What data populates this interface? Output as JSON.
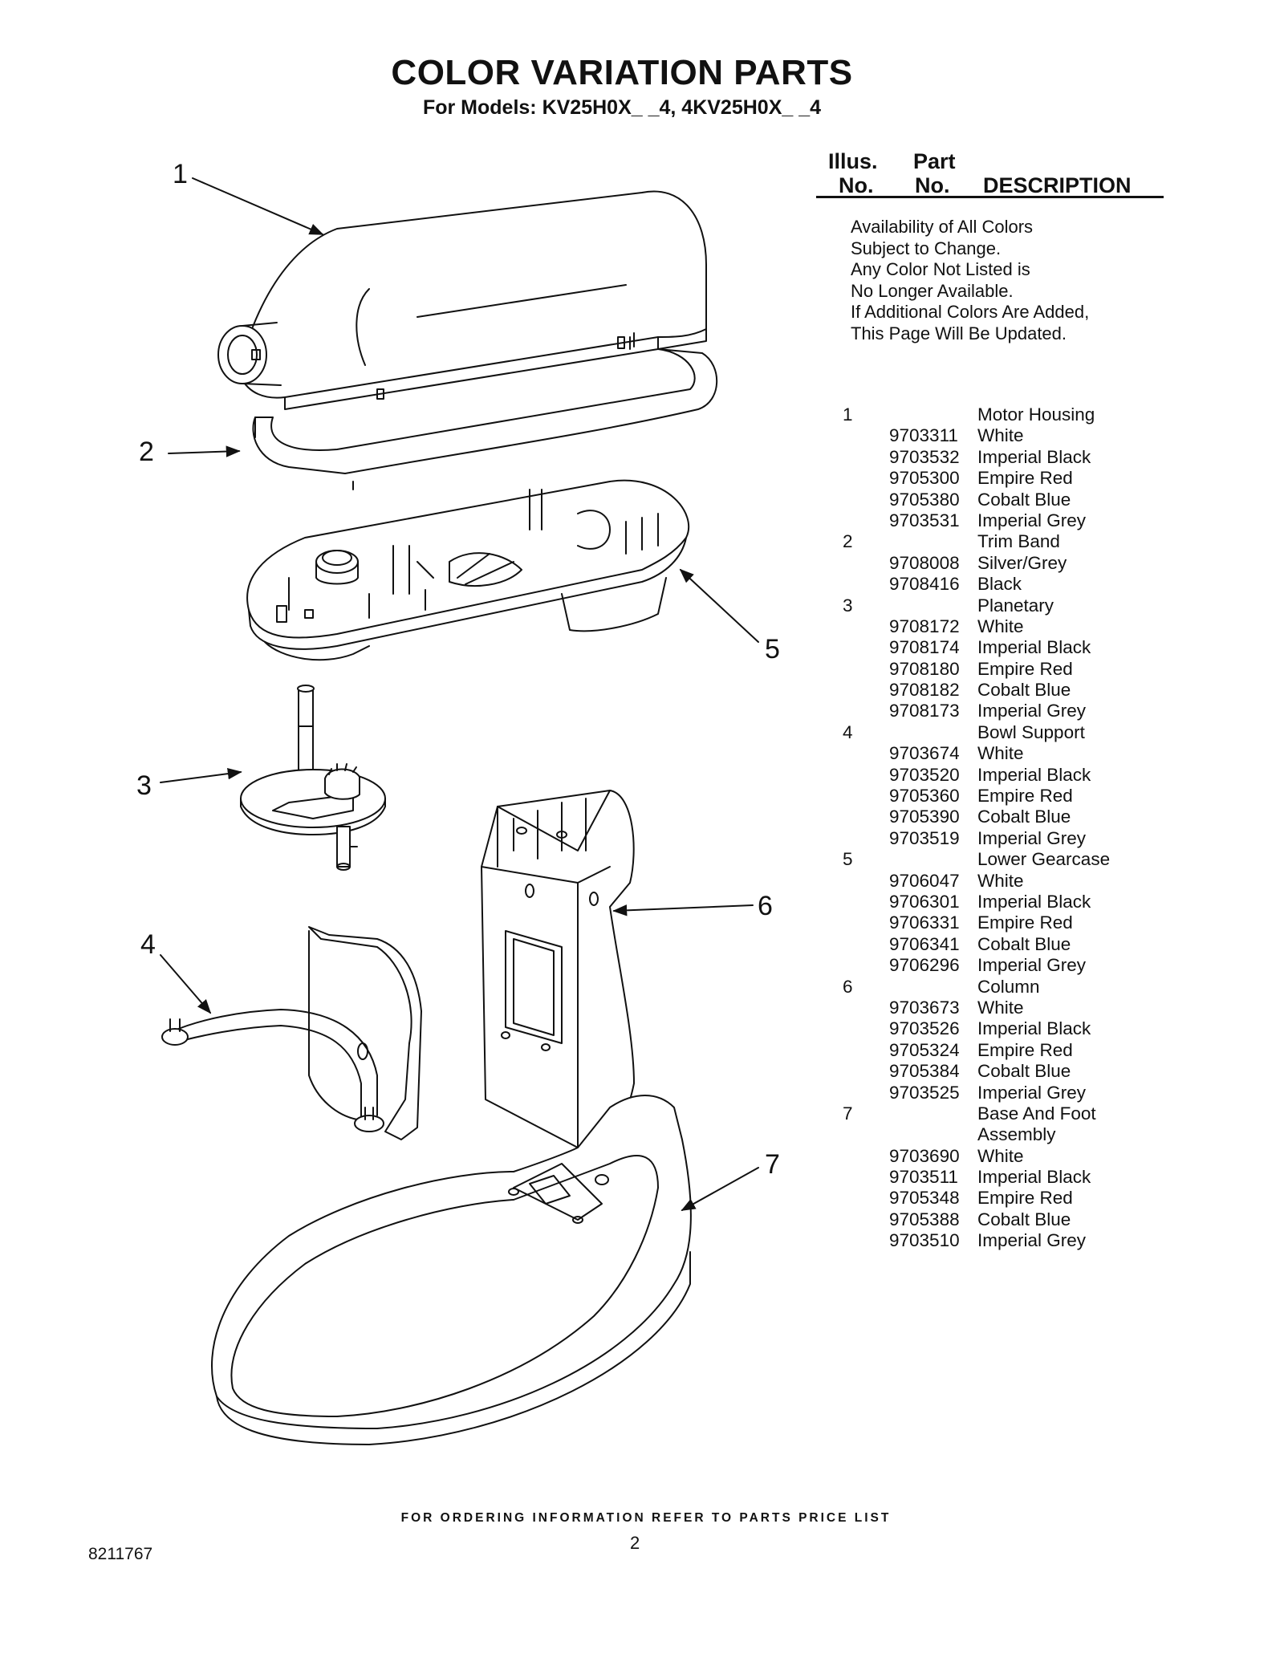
{
  "header": {
    "title": "COLOR VARIATION PARTS",
    "subtitle": "For Models: KV25H0X_ _4, 4KV25H0X_ _4"
  },
  "table_header": {
    "illus_line1": "Illus.",
    "illus_line2": "No.",
    "part_line1": "Part",
    "part_line2": "No.",
    "description": "DESCRIPTION"
  },
  "notice": [
    "Availability of All Colors",
    "Subject to Change.",
    "Any Color Not Listed is",
    "No Longer Available.",
    "If Additional Colors Are Added,",
    "This Page Will Be Updated."
  ],
  "callouts": [
    "1",
    "2",
    "3",
    "4",
    "5",
    "6",
    "7"
  ],
  "parts": [
    {
      "illus": "1",
      "part": "",
      "desc": "Motor Housing"
    },
    {
      "illus": "",
      "part": "9703311",
      "desc": "White"
    },
    {
      "illus": "",
      "part": "9703532",
      "desc": "Imperial Black"
    },
    {
      "illus": "",
      "part": "9705300",
      "desc": "Empire Red"
    },
    {
      "illus": "",
      "part": "9705380",
      "desc": "Cobalt Blue"
    },
    {
      "illus": "",
      "part": "9703531",
      "desc": "Imperial Grey"
    },
    {
      "illus": "2",
      "part": "",
      "desc": "Trim Band"
    },
    {
      "illus": "",
      "part": "9708008",
      "desc": "Silver/Grey"
    },
    {
      "illus": "",
      "part": "9708416",
      "desc": "Black"
    },
    {
      "illus": "3",
      "part": "",
      "desc": "Planetary"
    },
    {
      "illus": "",
      "part": "9708172",
      "desc": "White"
    },
    {
      "illus": "",
      "part": "9708174",
      "desc": "Imperial Black"
    },
    {
      "illus": "",
      "part": "9708180",
      "desc": "Empire Red"
    },
    {
      "illus": "",
      "part": "9708182",
      "desc": "Cobalt Blue"
    },
    {
      "illus": "",
      "part": "9708173",
      "desc": "Imperial Grey"
    },
    {
      "illus": "4",
      "part": "",
      "desc": "Bowl Support"
    },
    {
      "illus": "",
      "part": "9703674",
      "desc": "White"
    },
    {
      "illus": "",
      "part": "9703520",
      "desc": "Imperial Black"
    },
    {
      "illus": "",
      "part": "9705360",
      "desc": "Empire Red"
    },
    {
      "illus": "",
      "part": "9705390",
      "desc": "Cobalt Blue"
    },
    {
      "illus": "",
      "part": "9703519",
      "desc": "Imperial Grey"
    },
    {
      "illus": "5",
      "part": "",
      "desc": "Lower Gearcase"
    },
    {
      "illus": "",
      "part": "9706047",
      "desc": "White"
    },
    {
      "illus": "",
      "part": "9706301",
      "desc": "Imperial Black"
    },
    {
      "illus": "",
      "part": "9706331",
      "desc": "Empire Red"
    },
    {
      "illus": "",
      "part": "9706341",
      "desc": "Cobalt Blue"
    },
    {
      "illus": "",
      "part": "9706296",
      "desc": "Imperial Grey"
    },
    {
      "illus": "6",
      "part": "",
      "desc": "Column"
    },
    {
      "illus": "",
      "part": "9703673",
      "desc": "White"
    },
    {
      "illus": "",
      "part": "9703526",
      "desc": "Imperial Black"
    },
    {
      "illus": "",
      "part": "9705324",
      "desc": "Empire Red"
    },
    {
      "illus": "",
      "part": "9705384",
      "desc": "Cobalt Blue"
    },
    {
      "illus": "",
      "part": "9703525",
      "desc": "Imperial Grey"
    },
    {
      "illus": "7",
      "part": "",
      "desc": "Base And Foot"
    },
    {
      "illus": "",
      "part": "",
      "desc": " Assembly"
    },
    {
      "illus": "",
      "part": "9703690",
      "desc": "White"
    },
    {
      "illus": "",
      "part": "9703511",
      "desc": "Imperial Black"
    },
    {
      "illus": "",
      "part": "9705348",
      "desc": "Empire Red"
    },
    {
      "illus": "",
      "part": "9705388",
      "desc": "Cobalt Blue"
    },
    {
      "illus": "",
      "part": "9703510",
      "desc": "Imperial Grey"
    }
  ],
  "footer": {
    "ordering_note": "FOR ORDERING INFORMATION REFER TO PARTS PRICE LIST",
    "page_number": "2",
    "doc_number": "8211767"
  }
}
